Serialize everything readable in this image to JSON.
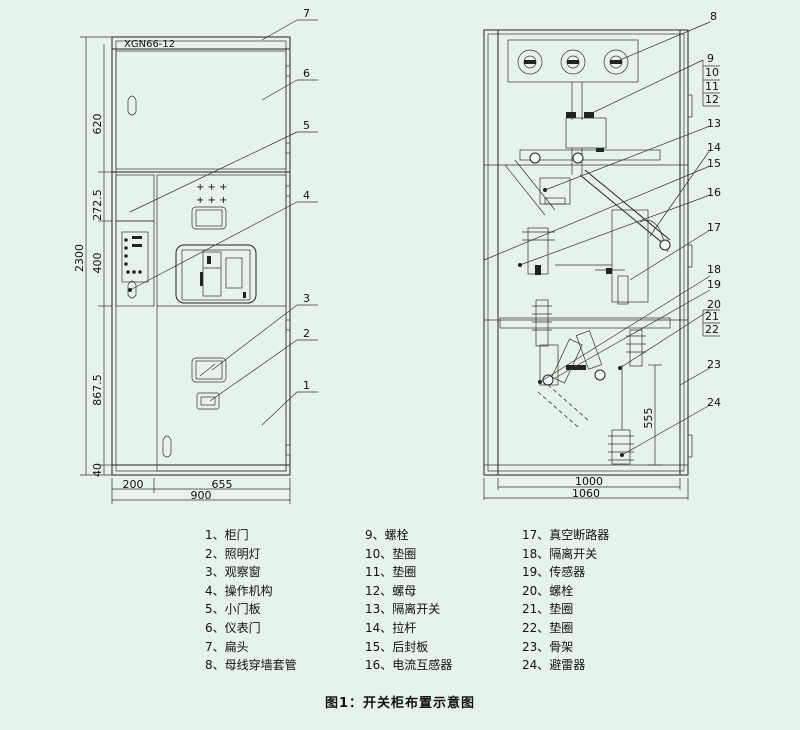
{
  "front_view": {
    "model": "XGN66-12",
    "dims": {
      "h620": "620",
      "h272": "272.5",
      "h400": "400",
      "h867": "867.5",
      "h40": "40",
      "total": "2300",
      "w200": "200",
      "w655": "655",
      "w900": "900"
    },
    "callouts": [
      "7",
      "6",
      "5",
      "4",
      "3",
      "2",
      "1"
    ]
  },
  "side_view": {
    "dims": {
      "w1000": "1000",
      "w1060": "1060",
      "h555": "555"
    },
    "callouts": [
      "8",
      "9",
      "10",
      "11",
      "12",
      "13",
      "14",
      "15",
      "16",
      "17",
      "18",
      "19",
      "20",
      "21",
      "22",
      "23",
      "24"
    ]
  },
  "legend": {
    "col1": [
      "1、柜门",
      "2、照明灯",
      "3、观察窗",
      "4、操作机构",
      "5、小门板",
      "6、仪表门",
      "7、扁头",
      "8、母线穿墙套管"
    ],
    "col2": [
      "9、螺栓",
      "10、垫圈",
      "11、垫圈",
      "12、螺母",
      "13、隔离开关",
      "14、拉杆",
      "15、后封板",
      "16、电流互感器"
    ],
    "col3": [
      "17、真空断路器",
      "18、隔离开关",
      "19、传感器",
      "20、螺栓",
      "21、垫圈",
      "22、垫圈",
      "23、骨架",
      "24、避雷器"
    ]
  },
  "caption": "图1：开关柜布置示意图"
}
